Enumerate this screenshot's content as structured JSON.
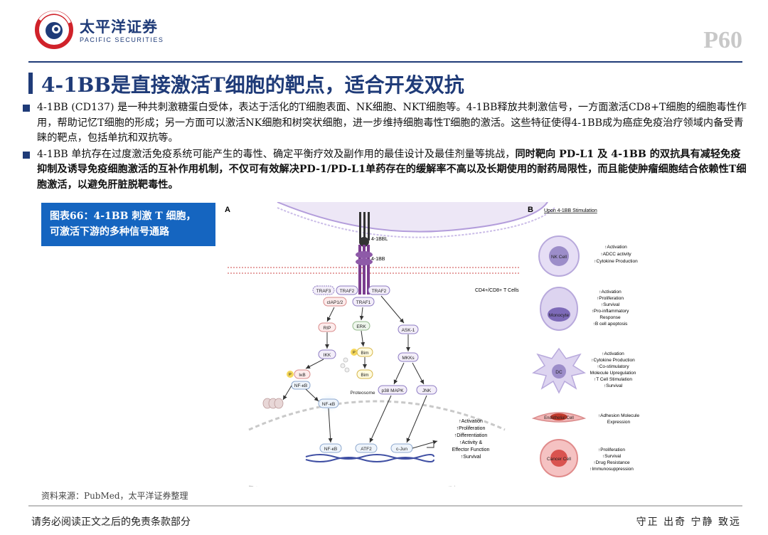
{
  "header": {
    "brand_cn": "太平洋证券",
    "brand_en": "PACIFIC SECURITIES",
    "page": "P60"
  },
  "title": "4-1BB是直接激活T细胞的靶点，适合开发双抗",
  "bullets": [
    {
      "text": "4-1BB (CD137) 是一种共刺激糖蛋白受体，表达于活化的T细胞表面、NK细胞、NKT细胞等。4-1BB释放共刺激信号，一方面激活CD8+T细胞的细胞毒性作用，帮助记忆T细胞的形成；另一方面可以激活NK细胞和树突状细胞，进一步维持细胞毒性T细胞的激活。这些特征使得4-1BB成为癌症免疫治疗领域内备受青睐的靶点，包括单抗和双抗等。"
    },
    {
      "text": "4-1BB 单抗存在过度激活免疫系统可能产生的毒性、确定平衡疗效及副作用的最佳设计及最佳剂量等挑战，",
      "bold": "同时靶向 PD-L1 及 4-1BB 的双抗具有减轻免疫抑制及诱导免疫细胞激活的互补作用机制，不仅可有效解决PD-1/PD-L1单药存在的缓解率不高以及长期使用的耐药局限性，而且能使肿瘤细胞结合依赖性T细胞激活，以避免肝脏脱靶毒性。"
    }
  ],
  "figure": {
    "label_line1": "图表66：4-1BB 刺激 T 细胞，",
    "label_line2": "可激活下游的多种信号通路",
    "panel_a": "A",
    "panel_b": "B",
    "b_title": "Upon 4-1BB Stimulation",
    "ligand": "4-1BBL",
    "receptor": "4-1BB",
    "cell_type": "CD4+/CD8+ T Cells",
    "nodes": {
      "traf3": "TRAF3",
      "traf2a": "TRAF2",
      "traf2b": "TRAF2",
      "ciap": "cIAP1/2",
      "traf1": "TRAF1",
      "rip": "RIP",
      "erk": "ERK",
      "ask1": "ASK-1",
      "ikk": "IKK",
      "bim1": "Bim",
      "mkks": "MKKs",
      "p1": "P",
      "p2": "P",
      "ikb": "IκB",
      "bim2": "Bim",
      "nfkb1": "NF-κB",
      "proteosome": "Proteosome",
      "p38": "p38 MAPK",
      "jnk": "JNK",
      "nfkb2": "NF-κB",
      "nfkb3": "NF-κB",
      "atf2": "ATF2",
      "cjun": "c-Jun"
    },
    "outcome": [
      "↑Activation",
      "↑Proliferation",
      "↑Differentiation",
      "↑Activity &",
      "Effector Function",
      "↑Survival"
    ],
    "cells": [
      {
        "name": "NK Cell",
        "effects": [
          "↑Activation",
          "↑ADCC activity",
          "↑Cytokine Production"
        ]
      },
      {
        "name": "Monocyte",
        "effects": [
          "↑Activation",
          "↑Proliferation",
          "↑Survival",
          "↑Pro-inflammatory",
          "Response",
          "↑B cell apoptosis"
        ]
      },
      {
        "name": "DC",
        "effects": [
          "↑Activation",
          "↑Cytokine Production",
          "↑Co-stimulatory",
          "Molecule Upregulation",
          "↑T Cell Stimulation",
          "↑Survival"
        ]
      },
      {
        "name": "Endothelial Cell",
        "effects": [
          "↑Adhesion Molecule",
          "Expression"
        ]
      },
      {
        "name": "Cancer Cell",
        "effects": [
          "↑Proliferation",
          "↑Survival",
          "↑Drug Resistance",
          "↑Immunosuppression"
        ]
      }
    ],
    "colors": {
      "cell_outline": "#8e7cc3",
      "pathway_fill": "#f3eef9",
      "nfkb_glow": "#cfe6ff",
      "dna": "#3f4fa3",
      "accent": "#1f3b78",
      "figure_label": "#1565c0"
    }
  },
  "source": "资料来源：PubMed，太平洋证券整理",
  "footer": {
    "disclaimer": "请务必阅读正文之后的免责条款部分",
    "motto": "守正  出奇  宁静  致远"
  }
}
